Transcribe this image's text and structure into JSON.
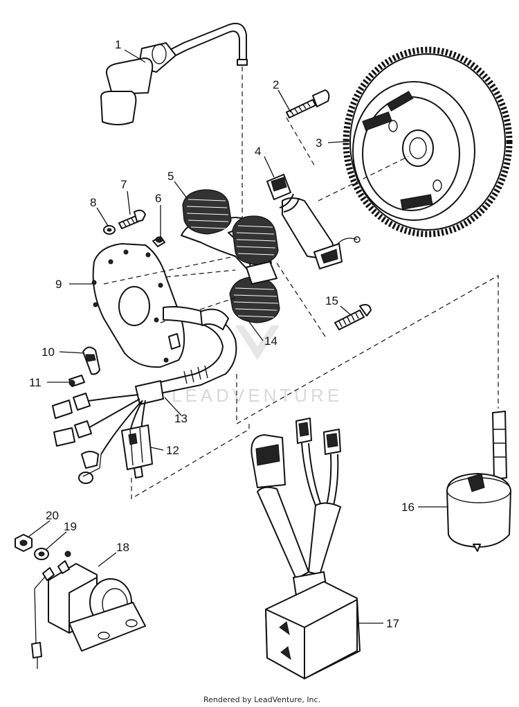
{
  "callouts": [
    {
      "id": "1",
      "label": "1"
    },
    {
      "id": "2",
      "label": "2"
    },
    {
      "id": "3",
      "label": "3"
    },
    {
      "id": "4",
      "label": "4"
    },
    {
      "id": "5",
      "label": "5"
    },
    {
      "id": "6",
      "label": "6"
    },
    {
      "id": "7",
      "label": "7"
    },
    {
      "id": "8",
      "label": "8"
    },
    {
      "id": "9",
      "label": "9"
    },
    {
      "id": "10",
      "label": "10"
    },
    {
      "id": "11",
      "label": "11"
    },
    {
      "id": "12",
      "label": "12"
    },
    {
      "id": "13",
      "label": "13"
    },
    {
      "id": "14",
      "label": "14"
    },
    {
      "id": "15",
      "label": "15"
    },
    {
      "id": "16",
      "label": "16"
    },
    {
      "id": "17",
      "label": "17"
    },
    {
      "id": "18",
      "label": "18"
    },
    {
      "id": "19",
      "label": "19"
    },
    {
      "id": "20",
      "label": "20"
    }
  ],
  "watermark": "LEADVENTURE",
  "footer": "Rendered by LeadVenture, Inc."
}
